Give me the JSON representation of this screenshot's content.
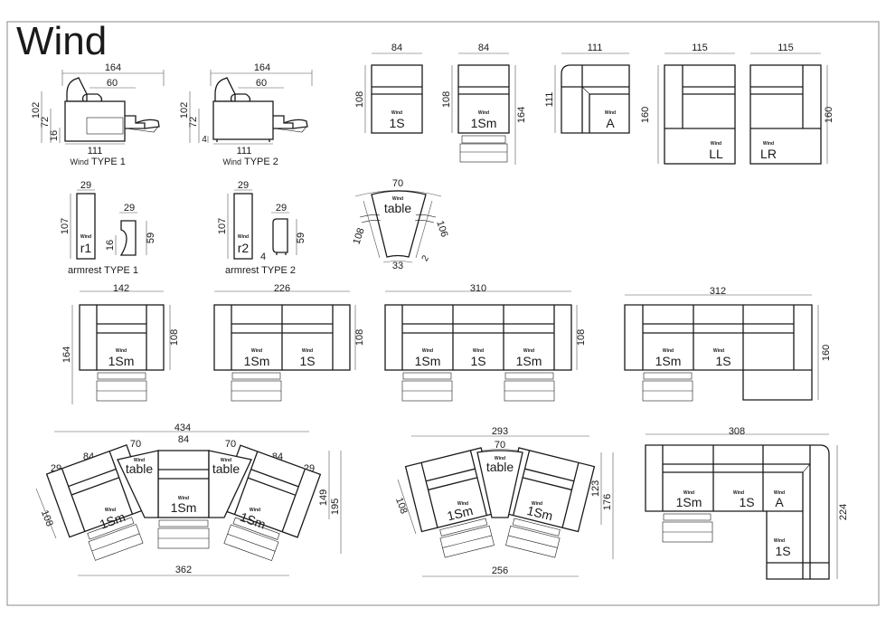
{
  "title": "Wind",
  "colors": {
    "line": "#1a1a1a",
    "dim": "#555555",
    "frame": "#888888",
    "paper": "#ffffff"
  },
  "side": {
    "t1": {
      "w": "164",
      "inner": "60",
      "h1": "102",
      "h2": "72",
      "h3": "16",
      "base": "111",
      "brand": "Wind",
      "type": "TYPE 1"
    },
    "t2": {
      "w": "164",
      "inner": "60",
      "h1": "102",
      "h2": "72",
      "h3": "4",
      "base": "111",
      "brand": "Wind",
      "type": "TYPE 2"
    }
  },
  "mods": {
    "s1": {
      "w": "84",
      "h": "108",
      "name": "1S",
      "brand": "Wind"
    },
    "s1m": {
      "w": "84",
      "h1": "108",
      "h2": "164",
      "name": "1Sm",
      "brand": "Wind"
    },
    "a": {
      "w": "111",
      "h": "111",
      "name": "A",
      "brand": "Wind"
    },
    "ll": {
      "w": "115",
      "h": "160",
      "name": "LL",
      "brand": "Wind"
    },
    "lr": {
      "w": "115",
      "h": "160",
      "name": "LR",
      "brand": "Wind"
    }
  },
  "arm": {
    "r1": {
      "w": "29",
      "h": "107",
      "name": "r1",
      "pw": "29",
      "ph": "59",
      "pd": "16",
      "brand": "Wind",
      "caption": "armrest TYPE 1"
    },
    "r2": {
      "w": "29",
      "h": "107",
      "name": "r2",
      "pw": "29",
      "ph": "59",
      "pd": "4",
      "brand": "Wind",
      "caption": "armrest TYPE 2"
    }
  },
  "table": {
    "top": "70",
    "bottom": "33",
    "left": "108",
    "right": "106",
    "offset": "2",
    "name": "table",
    "brand": "Wind"
  },
  "sets": {
    "c1": {
      "w": "142",
      "h1": "164",
      "h2": "108",
      "seats": [
        "1Sm"
      ]
    },
    "c2": {
      "w": "226",
      "h": "108",
      "seats": [
        "1Sm",
        "1S"
      ]
    },
    "c3": {
      "w": "310",
      "h": "108",
      "seats": [
        "1Sm",
        "1S",
        "1Sm"
      ]
    },
    "c4": {
      "w": "312",
      "h": "160",
      "seats": [
        "1Sm",
        "1S"
      ]
    },
    "curve5": {
      "total": "434",
      "segs": [
        "29",
        "84",
        "70",
        "84",
        "70",
        "84",
        "29"
      ],
      "depth": "108",
      "h1": "149",
      "h2": "195",
      "base": "362",
      "seats": [
        "1Sm",
        "1Sm",
        "1Sm"
      ],
      "tables": [
        "table",
        "table"
      ]
    },
    "curve3": {
      "total": "293",
      "top": "70",
      "depth": "108",
      "h1": "123",
      "h2": "176",
      "base": "256",
      "seats": [
        "1Sm",
        "1Sm"
      ],
      "table": "table"
    },
    "corner": {
      "w": "308",
      "h": "224",
      "seats": [
        "1Sm",
        "1S",
        "A",
        "1S"
      ]
    }
  },
  "brand": "Wind"
}
